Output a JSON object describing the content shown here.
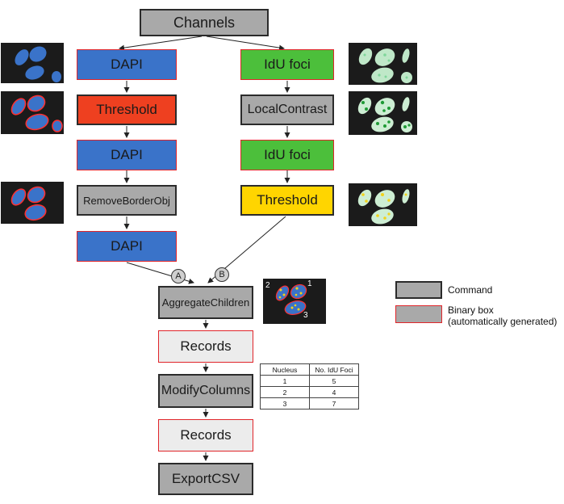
{
  "colors": {
    "blue": "#3a73c9",
    "red": "#ee4020",
    "green": "#4cbf3b",
    "yellow": "#ffd500",
    "gray": "#a9a9a9",
    "light_gray": "#ececec",
    "binary_border": "#e0252a",
    "command_border": "#2b2b2b"
  },
  "nodes": {
    "channels": "Channels",
    "dapi_1": "DAPI",
    "threshold_1": "Threshold",
    "dapi_2": "DAPI",
    "remove_border": "RemoveBorderObj",
    "dapi_3": "DAPI",
    "idu_1": "IdU foci",
    "local_contrast": "LocalContrast",
    "idu_2": "IdU foci",
    "threshold_2": "Threshold",
    "aggregate": "AggregateChildren",
    "records_1": "Records",
    "modify": "ModifyColumns",
    "records_2": "Records",
    "export": "ExportCSV"
  },
  "connectors": {
    "a": "A",
    "b": "B"
  },
  "nucleus_labels": [
    "2",
    "1",
    "3"
  ],
  "table": {
    "headers": [
      "Nucleus",
      "No. IdU Foci"
    ],
    "rows": [
      [
        "1",
        "5"
      ],
      [
        "2",
        "4"
      ],
      [
        "3",
        "7"
      ]
    ]
  },
  "legend": {
    "command": "Command",
    "binary_line1": "Binary box",
    "binary_line2": "(automatically generated)"
  }
}
